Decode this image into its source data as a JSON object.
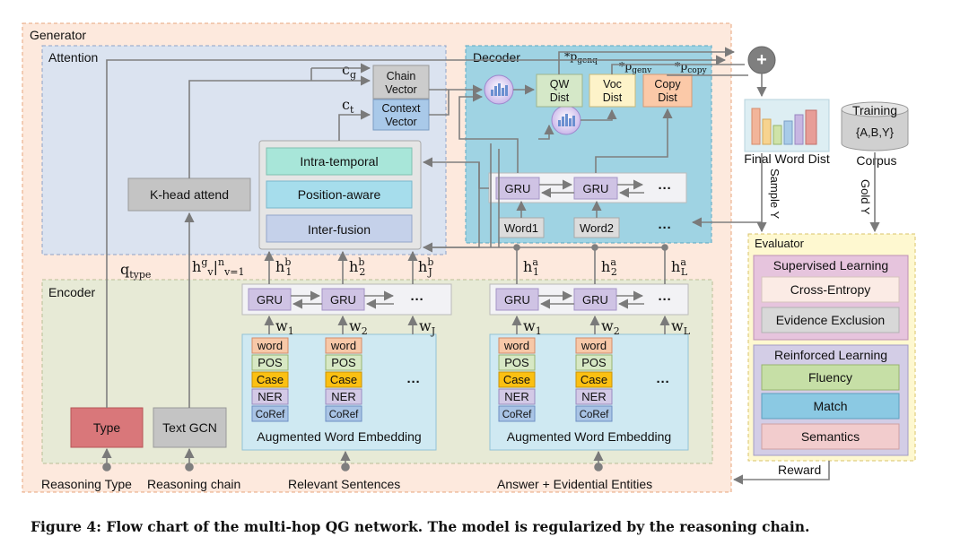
{
  "regions": {
    "generator": "Generator",
    "attention": "Attention",
    "decoder": "Decoder",
    "encoder": "Encoder",
    "evaluator": "Evaluator"
  },
  "attention": {
    "k_head": "K-head attend",
    "chain_vector": [
      "Chain",
      "Vector"
    ],
    "context_vector": [
      "Context",
      "Vector"
    ],
    "c_g": [
      "c",
      "g"
    ],
    "c_t": [
      "c",
      "t"
    ],
    "layers": [
      "Intra-temporal",
      "Position-aware",
      "Inter-fusion"
    ]
  },
  "decoder": {
    "qw_dist": [
      "QW",
      "Dist"
    ],
    "voc_dist": [
      "Voc",
      "Dist"
    ],
    "copy_dist": [
      "Copy",
      "Dist"
    ],
    "p_genq": [
      "*p",
      "genq"
    ],
    "p_genv": [
      "*p",
      "genv"
    ],
    "p_copy": [
      "*p",
      "copy"
    ],
    "gru": "GRU",
    "ellipsis": "···",
    "word1": "Word1",
    "word2": "Word2",
    "final_word_dist": "Final Word Dist",
    "plus": "+"
  },
  "training": {
    "corpus_top": "Training",
    "corpus_mid": "{A,B,Y}",
    "corpus_label": "Corpus",
    "sample_y": "Sample Y",
    "gold_y": "Gold Y"
  },
  "encoder": {
    "q_type": [
      "q",
      "type"
    ],
    "h_g": [
      "h",
      "g",
      "v",
      "|",
      "n",
      "v=1"
    ],
    "hb": [
      [
        "h",
        "b",
        "1"
      ],
      [
        "h",
        "b",
        "2"
      ],
      [
        "h",
        "b",
        "J"
      ]
    ],
    "ha": [
      [
        "h",
        "a",
        "1"
      ],
      [
        "h",
        "a",
        "2"
      ],
      [
        "h",
        "a",
        "L"
      ]
    ],
    "wl": [
      [
        "w",
        "1"
      ],
      [
        "w",
        "2"
      ],
      [
        "w",
        "J"
      ]
    ],
    "wr": [
      [
        "w",
        "1"
      ],
      [
        "w",
        "2"
      ],
      [
        "w",
        "L"
      ]
    ],
    "gru": "GRU",
    "ellipsis": "···",
    "feature_labels": [
      "word",
      "POS",
      "Case",
      "NER",
      "CoRef"
    ],
    "aug_embedding": "Augmented Word Embedding",
    "type_box": "Type",
    "text_gcn": "Text GCN"
  },
  "inputs": [
    "Reasoning Type",
    "Reasoning chain",
    "Relevant Sentences",
    "Answer + Evidential Entities"
  ],
  "evaluator": {
    "supervised": "Supervised Learning",
    "cross_entropy": "Cross-Entropy",
    "evidence_exclusion": "Evidence Exclusion",
    "reinforced": "Reinforced Learning",
    "fluency": "Fluency",
    "match": "Match",
    "semantics": "Semantics",
    "reward": "Reward"
  },
  "caption": "Figure 4: Flow chart of the multi-hop QG network. The model is regularized by the reasoning chain.",
  "colors": {
    "generator_bg": "#fde9dd",
    "attention_bg": "#dbe3f0",
    "decoder_bg": "#9fd3e3",
    "encoder_bg": "#e7ead6",
    "evaluator_bg": "#fef8d0",
    "intra": "#a8e6d9",
    "position": "#a6ddec",
    "inter": "#c5d1ea",
    "chain": "#cccccc",
    "context": "#a9c9e9",
    "qw": "#d5e8c8",
    "voc": "#fdf3c9",
    "copy": "#fbc9a8",
    "type": "#d9777a",
    "gcn": "#c4c4c4",
    "fluency": "#c6dfa6",
    "match": "#8bc9e3",
    "semantics": "#f2cccd",
    "case_orange": "#fbc012",
    "word_salmon": "#f7c8a8",
    "pos_green": "#d7e8c4",
    "ner_purple": "#d3c9e6",
    "coref_blue": "#a9c4e5"
  }
}
